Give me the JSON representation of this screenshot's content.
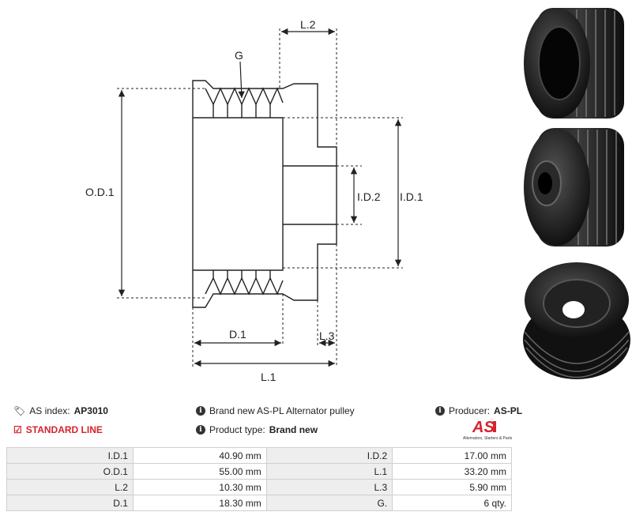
{
  "drawing": {
    "labels": {
      "g": "G",
      "l2": "L.2",
      "od1": "O.D.1",
      "id2": "I.D.2",
      "id1": "I.D.1",
      "d1": "D.1",
      "l3": "L.3",
      "l1": "L.1"
    }
  },
  "info": {
    "as_index_label": "AS index:",
    "as_index_value": "AP3010",
    "standard_line": "STANDARD LINE",
    "description": "Brand new AS-PL Alternator pulley",
    "product_type_label": "Product type:",
    "product_type_value": "Brand new",
    "producer_label": "Producer:",
    "producer_value": "AS-PL"
  },
  "logo": {
    "mark": "AS",
    "tagline": "Alternators, Starters & Parts",
    "color": "#d5232f"
  },
  "specs": [
    {
      "label1": "I.D.1",
      "value1": "40.90 mm",
      "label2": "I.D.2",
      "value2": "17.00 mm"
    },
    {
      "label1": "O.D.1",
      "value1": "55.00 mm",
      "label2": "L.1",
      "value2": "33.20 mm"
    },
    {
      "label1": "L.2",
      "value1": "10.30 mm",
      "label2": "L.3",
      "value2": "5.90 mm"
    },
    {
      "label1": "D.1",
      "value1": "18.30 mm",
      "label2": "G.",
      "value2": "6 qty."
    }
  ]
}
